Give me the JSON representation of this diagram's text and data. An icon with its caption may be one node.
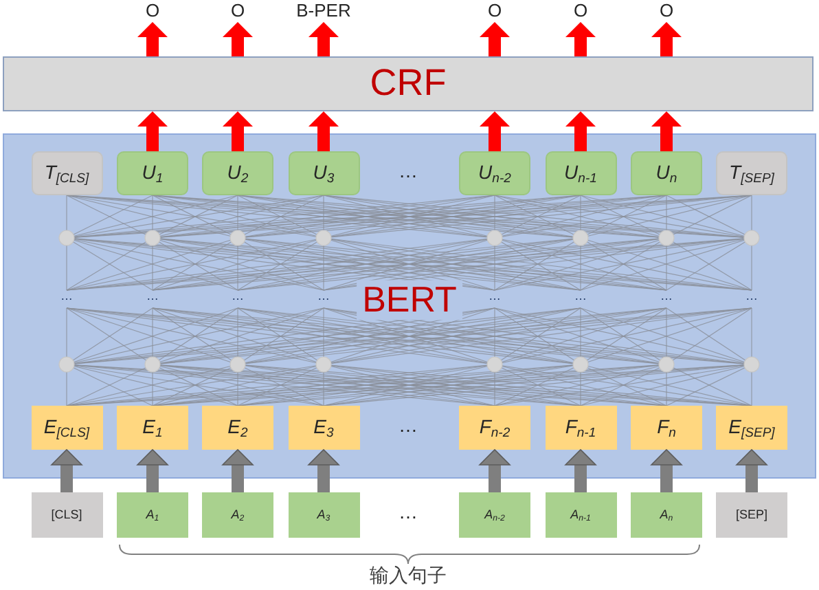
{
  "diagram": {
    "nodes": [
      {
        "text": [
          "O"
        ]
      },
      {
        "text": [
          "O"
        ]
      },
      {
        "text": [
          "B-PER"
        ]
      },
      {
        "text": [
          "O"
        ]
      },
      {
        "text": [
          "O"
        ]
      },
      {
        "text": [
          "O"
        ]
      },
      {
        "text": [
          "CRF"
        ]
      },
      {
        "text": [
          "BERT"
        ]
      },
      {
        "text": [
          "T$_{[CLS]}$"
        ],
        "in": 7
      },
      {
        "text": [
          "U$_{1}$"
        ],
        "in": 7
      },
      {
        "text": [
          "U$_{2}$"
        ],
        "in": 7
      },
      {
        "text": [
          "U$_{3}$"
        ],
        "in": 7
      },
      {
        "text": [
          "U$_{n-2}$"
        ],
        "in": 7
      },
      {
        "text": [
          "U$_{n-1}$"
        ],
        "in": 7
      },
      {
        "text": [
          "U$_{n}$"
        ],
        "in": 7
      },
      {
        "text": [
          "T$_{[SEP]}$"
        ],
        "in": 7
      },
      {
        "text": [
          "E$_{[CLS]}$"
        ],
        "in": 7
      },
      {
        "text": [
          "E$_{1}$"
        ],
        "in": 7
      },
      {
        "text": [
          "E$_{2}$"
        ],
        "in": 7
      },
      {
        "text": [
          "E$_{3}$"
        ],
        "in": 7
      },
      {
        "text": [
          "F$_{n-2}$"
        ],
        "in": 7
      },
      {
        "text": [
          "F$_{n-1}$"
        ],
        "in": 7
      },
      {
        "text": [
          "F$_{n}$"
        ],
        "in": 7
      },
      {
        "text": [
          "E$_{[SEP]}$"
        ],
        "in": 7
      },
      {
        "text": [
          "[CLS]"
        ]
      },
      {
        "text": [
          "A$_{1}$"
        ]
      },
      {
        "text": [
          "A$_{2}$"
        ]
      },
      {
        "text": [
          "A$_{3}$"
        ]
      },
      {
        "text": [
          "A$_{n-2}$"
        ]
      },
      {
        "text": [
          "A$_{n-1}$"
        ]
      },
      {
        "text": [
          "A$_{n}$"
        ]
      },
      {
        "text": [
          "[SEP]"
        ]
      }
    ],
    "edges": [
      {
        "from": 6,
        "to": 0,
        "arrow": "to"
      },
      {
        "from": 6,
        "to": 1,
        "arrow": "to"
      },
      {
        "from": 6,
        "to": 2,
        "arrow": "to"
      },
      {
        "from": 6,
        "to": 3,
        "arrow": "to"
      },
      {
        "from": 6,
        "to": 4,
        "arrow": "to"
      },
      {
        "from": 6,
        "to": 5,
        "arrow": "to"
      },
      {
        "from": 9,
        "to": 6,
        "arrow": "to"
      },
      {
        "from": 10,
        "to": 6,
        "arrow": "to"
      },
      {
        "from": 11,
        "to": 6,
        "arrow": "to"
      },
      {
        "from": 12,
        "to": 6,
        "arrow": "to"
      },
      {
        "from": 13,
        "to": 6,
        "arrow": "to"
      },
      {
        "from": 14,
        "to": 6,
        "arrow": "to"
      },
      {
        "from": 24,
        "to": 16,
        "arrow": "to",
        "color": "#7f7f7f"
      },
      {
        "from": 25,
        "to": 17,
        "arrow": "to",
        "color": "#7f7f7f"
      },
      {
        "from": 26,
        "to": 18,
        "arrow": "to",
        "color": "#7f7f7f"
      },
      {
        "from": 27,
        "to": 19,
        "arrow": "to",
        "color": "#7f7f7f"
      },
      {
        "from": 28,
        "to": 20,
        "arrow": "to",
        "color": "#7f7f7f"
      },
      {
        "from": 29,
        "to": 21,
        "arrow": "to",
        "color": "#7f7f7f"
      },
      {
        "from": 30,
        "to": 22,
        "arrow": "to",
        "color": "#7f7f7f"
      },
      {
        "from": 31,
        "to": 23,
        "arrow": "to",
        "color": "#7f7f7f"
      }
    ],
    "labels": [
      "…",
      "…",
      "…",
      "…",
      "…",
      "…",
      "…",
      "…",
      "…",
      "…",
      "…",
      "输入句子"
    ]
  }
}
